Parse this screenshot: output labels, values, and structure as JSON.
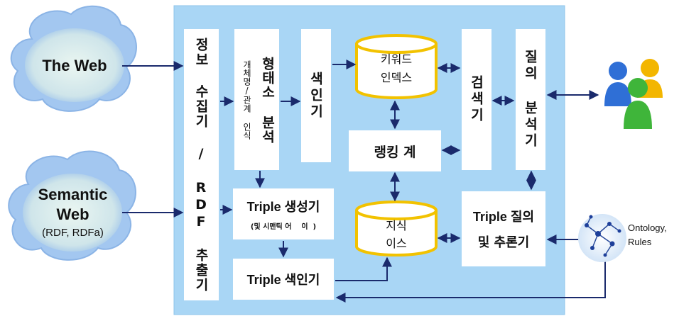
{
  "sources": {
    "web": "The Web",
    "semantic_title": "Semantic",
    "semantic_title2": "Web",
    "semantic_sub": "(RDF, RDFa)"
  },
  "boxes": {
    "crawler": "정보 수집기 / RDF 추출기",
    "morph": "형태소 분석",
    "entity": "개체명/관계 인식",
    "indexer": "색인기",
    "keyword_index_l1": "키워드",
    "keyword_index_l2": "인덱스",
    "ranking": "랭킹 계",
    "search": "검색기",
    "query": "질의 분석기",
    "triple_gen": "Triple 생성기",
    "triple_gen_sub": "(및 시맨틱 어    이  )",
    "knowledge_l1": "지식",
    "knowledge_l2": "이스",
    "triple_index": "Triple 색인기",
    "triple_query_l1": "Triple 질의",
    "triple_query_l2": "및 추론기"
  },
  "ontology": {
    "line1": "Ontology,",
    "line2": "Rules"
  },
  "colors": {
    "panel": "#a9d6f5",
    "box": "#ffffff",
    "cylinder_border": "#f2c200",
    "cloud": "#9fc8ef",
    "cloud_inner": "#d8ece6",
    "arrow": "#1a2a6c"
  }
}
